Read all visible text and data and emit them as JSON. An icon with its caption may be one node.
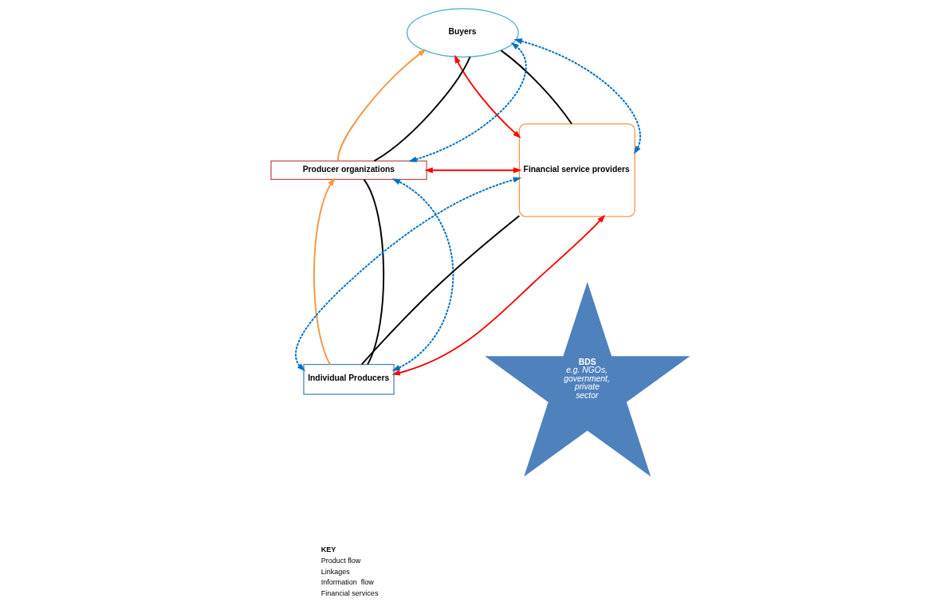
{
  "diagram": {
    "nodes": [
      {
        "text": [
          "Buyers"
        ]
      },
      {
        "text": [
          "Producer organizations"
        ]
      },
      {
        "text": [
          "Financial service providers"
        ]
      },
      {
        "text": [
          "BDS",
          "e.g. NGOs, government, private sector"
        ]
      },
      {
        "text": [
          "Individual Producers"
        ]
      }
    ],
    "edges": [
      {
        "from": 1,
        "to": 0,
        "arrow": "to",
        "color": "#f79646"
      },
      {
        "from": 1,
        "to": 0,
        "arrow": "none",
        "color": "#000000"
      },
      {
        "from": 1,
        "to": 0,
        "arrow": "both",
        "style": "dashed",
        "color": "#0070c0"
      },
      {
        "from": 0,
        "to": 2,
        "arrow": "both",
        "color": "#ff0000"
      },
      {
        "from": 0,
        "to": 2,
        "arrow": "none",
        "color": "#000000"
      },
      {
        "from": 0,
        "to": 2,
        "arrow": "both",
        "style": "dashed",
        "color": "#0070c0"
      },
      {
        "from": 1,
        "to": 2,
        "arrow": "both",
        "color": "#ff0000"
      },
      {
        "from": 4,
        "to": 1,
        "arrow": "to",
        "color": "#f79646"
      },
      {
        "from": 4,
        "to": 1,
        "arrow": "none",
        "color": "#000000"
      },
      {
        "from": 4,
        "to": 1,
        "arrow": "both",
        "style": "dashed",
        "color": "#0070c0"
      },
      {
        "from": 4,
        "to": 2,
        "arrow": "both",
        "style": "dashed",
        "color": "#0070c0"
      },
      {
        "from": 4,
        "to": 2,
        "arrow": "none",
        "color": "#000000"
      },
      {
        "from": 4,
        "to": 2,
        "arrow": "both",
        "color": "#ff0000"
      }
    ],
    "labels": [
      "KEY"
    ],
    "legend": [
      {
        "text": "Product flow"
      },
      {
        "text": "Linkages"
      },
      {
        "text": "Information  flow"
      },
      {
        "text": "Financial services"
      }
    ]
  }
}
